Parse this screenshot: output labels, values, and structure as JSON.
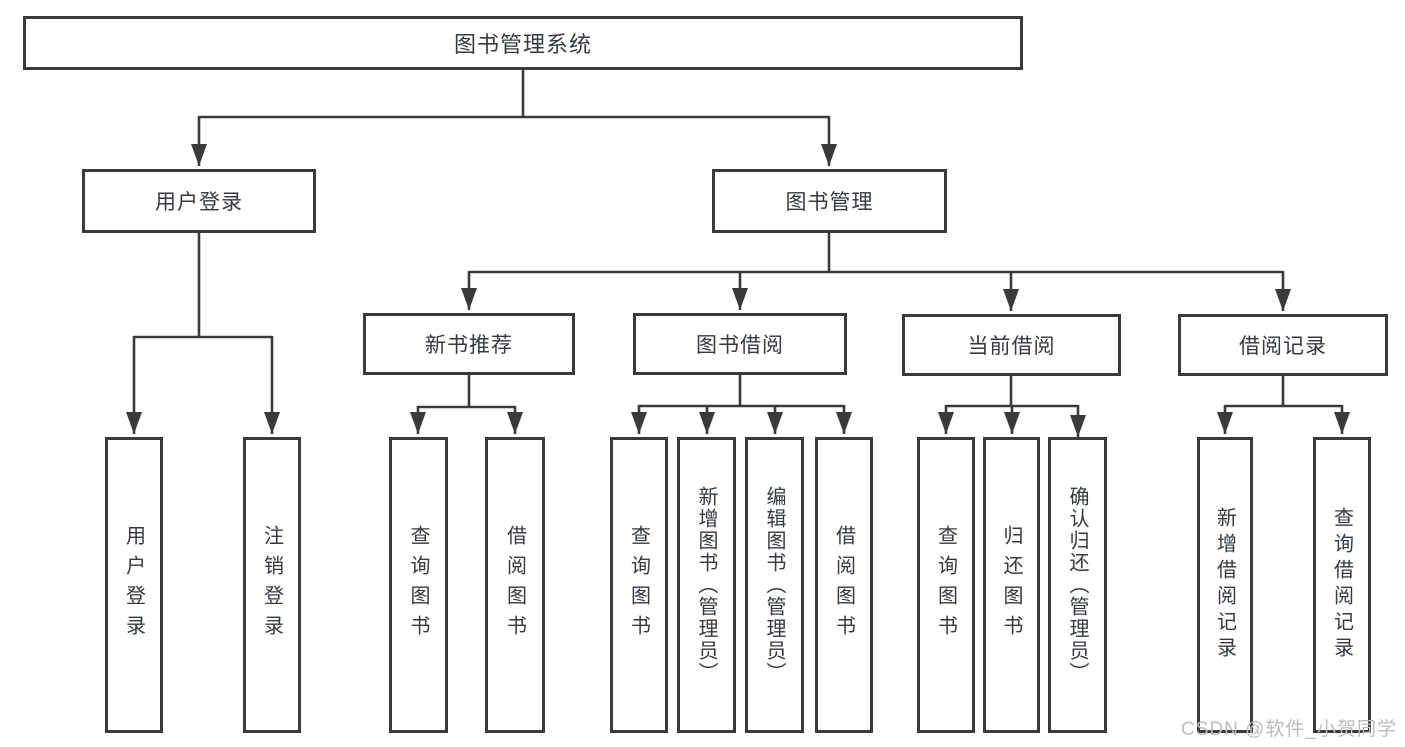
{
  "diagram": {
    "title": "图书管理系统",
    "root": "图书管理系统",
    "level2": [
      "用户登录",
      "图书管理"
    ],
    "level3": [
      "新书推荐",
      "图书借阅",
      "当前借阅",
      "借阅记录"
    ],
    "leaves_user_login": [
      "用户登录",
      "注销登录"
    ],
    "leaves_new_book": [
      "查询图书",
      "借阅图书"
    ],
    "leaves_book_borrow": [
      "查询图书",
      "新增图书（管理员）",
      "编辑图书（管理员）",
      "借阅图书"
    ],
    "leaves_current_borrow": [
      "查询图书",
      "归还图书",
      "确认归还（管理员）"
    ],
    "leaves_borrow_record": [
      "新增借阅记录",
      "查询借阅记录"
    ]
  },
  "watermark": {
    "text": "CSDN @软件_小贺同学"
  },
  "colors": {
    "line": "#3a3a3a",
    "box_border": "#3a3a3a",
    "text": "#353a40",
    "background": "#ffffff",
    "watermark": "#b9bcc0"
  }
}
